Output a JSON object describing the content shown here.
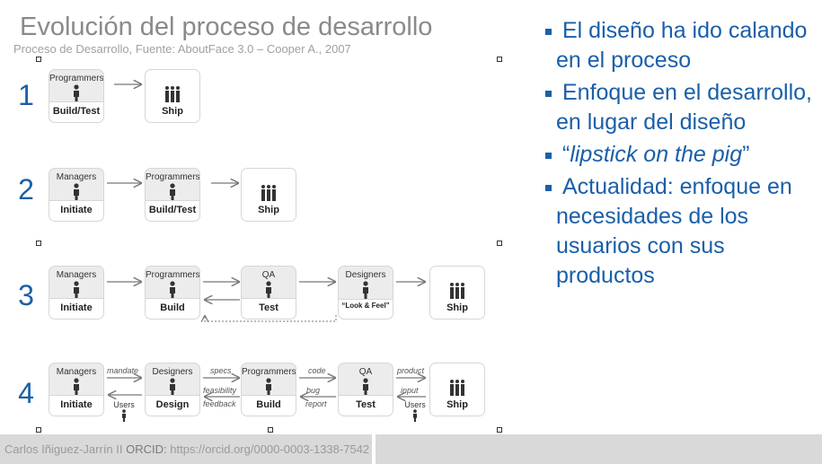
{
  "slide": {
    "title": "Evolución del proceso de desarrollo",
    "subtitle": "Proceso de Desarrollo, Fuente: AboutFace 3.0 – Cooper A., 2007"
  },
  "diagram": {
    "rows": [
      {
        "number": "1",
        "boxes": [
          {
            "role": "Programmers",
            "stage": "Build/Test"
          },
          {
            "role": "",
            "stage": "Ship"
          }
        ]
      },
      {
        "number": "2",
        "boxes": [
          {
            "role": "Managers",
            "stage": "Initiate"
          },
          {
            "role": "Programmers",
            "stage": "Build/Test"
          },
          {
            "role": "",
            "stage": "Ship"
          }
        ]
      },
      {
        "number": "3",
        "boxes": [
          {
            "role": "Managers",
            "stage": "Initiate"
          },
          {
            "role": "Programmers",
            "stage": "Build"
          },
          {
            "role": "QA",
            "stage": "Test"
          },
          {
            "role": "Designers",
            "stage": "“Look & Feel”"
          },
          {
            "role": "",
            "stage": "Ship"
          }
        ]
      },
      {
        "number": "4",
        "boxes": [
          {
            "role": "Managers",
            "stage": "Initiate"
          },
          {
            "role": "Designers",
            "stage": "Design"
          },
          {
            "role": "Programmers",
            "stage": "Build"
          },
          {
            "role": "QA",
            "stage": "Test"
          },
          {
            "role": "",
            "stage": "Ship"
          }
        ],
        "labels": {
          "mandate": "mandate",
          "specs": "specs",
          "feasibility": "feasibility",
          "feedback": "feedback",
          "code": "code",
          "bug": "bug",
          "report": "report",
          "product": "product",
          "input": "input"
        },
        "users_label": "Users"
      }
    ]
  },
  "bullets": [
    {
      "pre": "",
      "em": "",
      "post": "El diseño ha ido calando en el proceso"
    },
    {
      "pre": "",
      "em": "",
      "post": "Enfoque en el desarrollo, en lugar del diseño"
    },
    {
      "pre": "“",
      "em": "lipstick on the pig",
      "post": "”"
    },
    {
      "pre": "",
      "em": "",
      "post": "Actualidad: enfoque en necesidades de los usuarios con sus productos"
    }
  ],
  "footer": {
    "author": "Carlos Iñiguez-Jarrín",
    "separator": "II",
    "orcid_label": "ORCID:",
    "orcid_url": "https://orcid.org/0000-0003-1338-7542"
  },
  "colors": {
    "accent": "#1a5fa8",
    "footer_bg": "#d9d9d9"
  }
}
